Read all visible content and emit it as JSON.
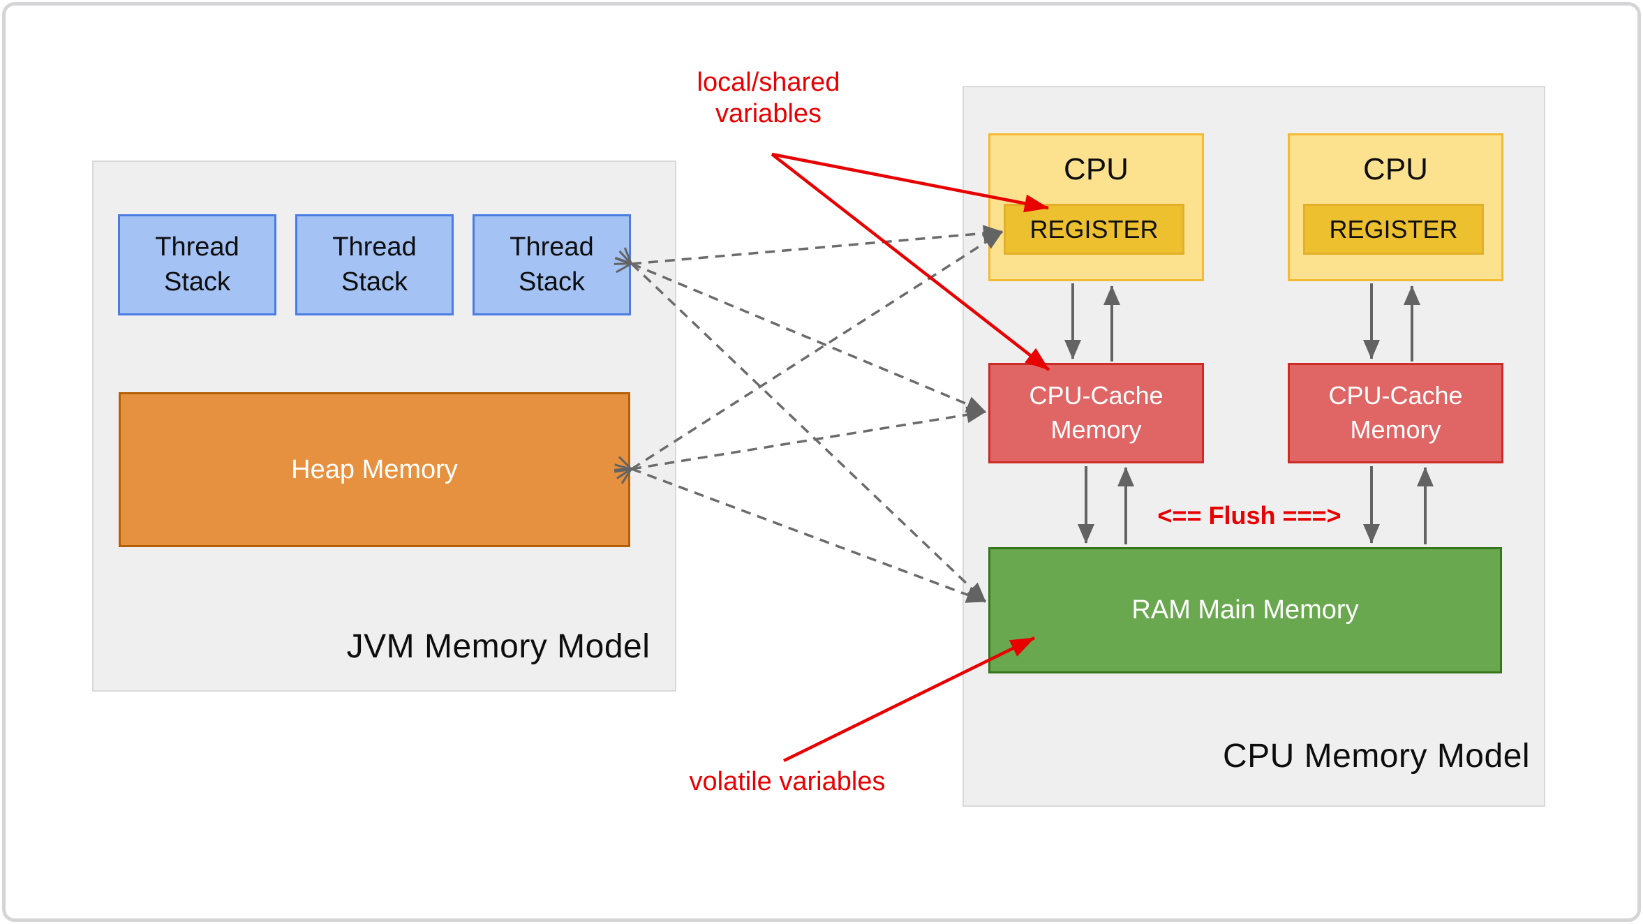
{
  "jvm": {
    "title": "JVM Memory Model",
    "thread_stacks": [
      {
        "label": "Thread\nStack"
      },
      {
        "label": "Thread\nStack"
      },
      {
        "label": "Thread\nStack"
      }
    ],
    "heap_label": "Heap Memory"
  },
  "cpu": {
    "title": "CPU Memory Model",
    "units": [
      {
        "cpu_label": "CPU",
        "register_label": "REGISTER",
        "cache_label": "CPU-Cache\nMemory"
      },
      {
        "cpu_label": "CPU",
        "register_label": "REGISTER",
        "cache_label": "CPU-Cache\nMemory"
      }
    ],
    "ram_label": "RAM Main Memory",
    "flush_label": "<== Flush ===>"
  },
  "annotations": {
    "local_shared": "local/shared\nvariables",
    "volatile": "volatile variables"
  },
  "colors": {
    "panel_bg": "#efefef",
    "panel_border": "#d9d9d9",
    "thread_fill": "#a4c2f4",
    "thread_border": "#4a7de2",
    "heap_fill": "#e6913f",
    "heap_border": "#b45f06",
    "cpu_fill": "#fce28f",
    "cpu_border": "#f3ba35",
    "register_fill": "#edc02f",
    "cache_fill": "#e06666",
    "cache_border": "#cc2b26",
    "ram_fill": "#6aa84f",
    "ram_border": "#38761d",
    "arrow_gray": "#636363",
    "annotation_red": "#e80000"
  }
}
